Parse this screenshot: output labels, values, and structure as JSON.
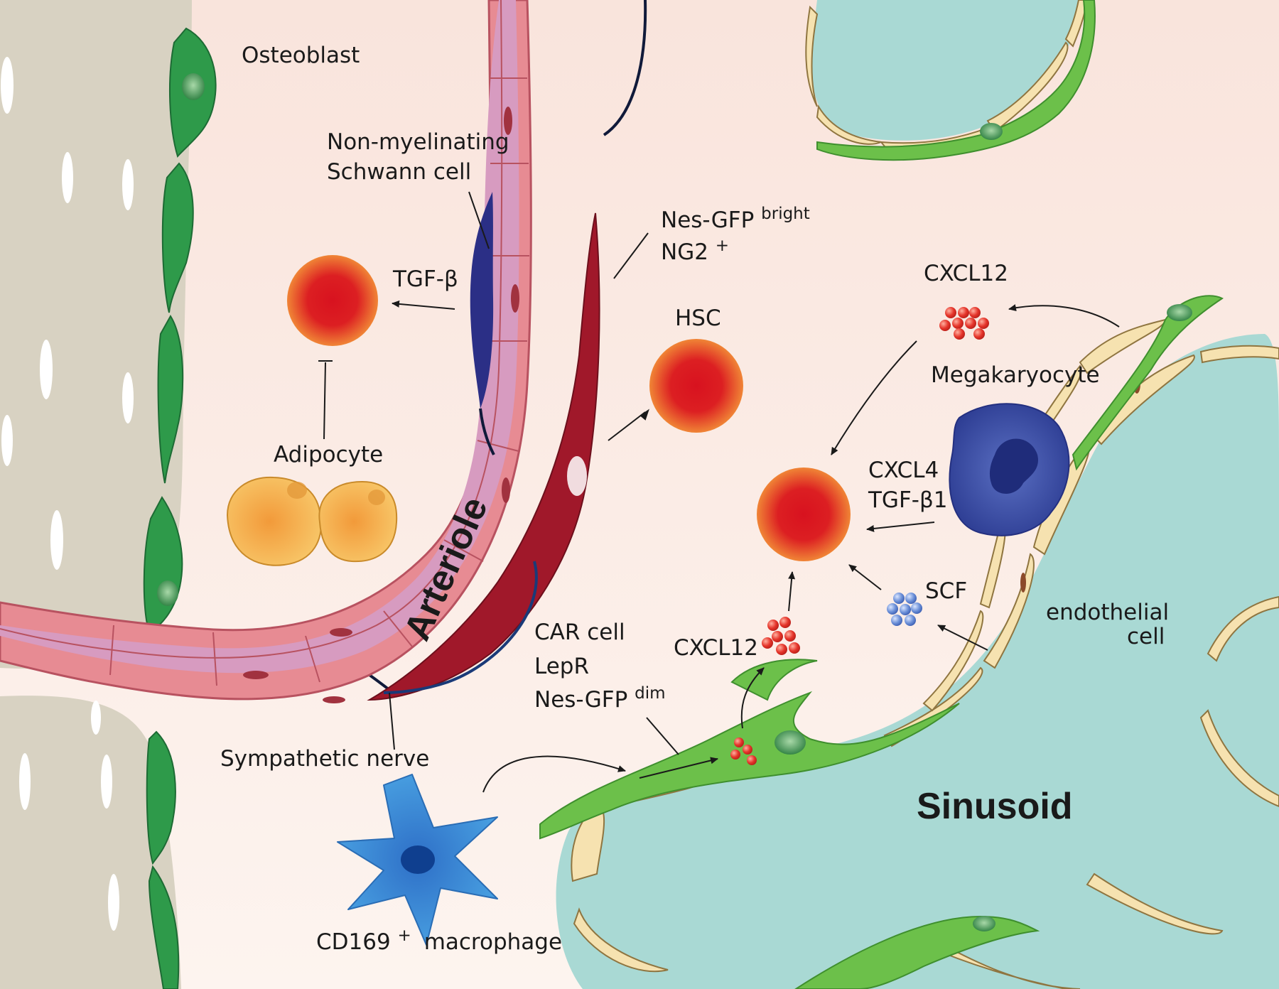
{
  "diagram": {
    "labels": {
      "osteoblast": "Osteoblast",
      "schwann_line1": "Non-myelinating",
      "schwann_line2": "Schwann cell",
      "nes_gfp": "Nes-GFP",
      "nes_gfp_sup": "bright",
      "ng2": "NG2",
      "ng2_sup": "+",
      "tgf_beta": "TGF-β",
      "hsc": "HSC",
      "adipocyte": "Adipocyte",
      "arteriole": "Arteriole",
      "cxcl12_top": "CXCL12",
      "megakaryocyte": "Megakaryocyte",
      "cxcl4": "CXCL4",
      "tgf_beta1": "TGF-β1",
      "scf": "SCF",
      "endothelial_line1": "endothelial",
      "endothelial_line2": "cell",
      "car_cell": "CAR cell",
      "lepr": "LepR",
      "nes_gfp_dim": "Nes-GFP",
      "nes_gfp_dim_sup": "dim",
      "cxcl12_bottom": "CXCL12",
      "sympathetic_nerve": "Sympathetic nerve",
      "sinusoid": "Sinusoid",
      "cd169": "CD169",
      "cd169_sup": "+",
      "macrophage": "macrophage"
    },
    "colors": {
      "background": "#fbe9e1",
      "bone": "#d8d2c2",
      "osteoblast": "#2e9a4a",
      "arteriole_wall": "#e78b93",
      "arteriole_lumen": "#d79bc0",
      "schwann": "#2b2f86",
      "nes_gfp_cell": "#a0182a",
      "hsc": "#e8262a",
      "adipocyte": "#f3b24c",
      "sinusoid": "#a9d9d4",
      "endothelial": "#f6e2b0",
      "car_cell": "#6cc04a",
      "megakaryocyte": "#3f55a6",
      "macrophage": "#3d8fd6",
      "cxcl12_dots": "#e03a30",
      "scf_dots": "#5b84d4"
    }
  }
}
